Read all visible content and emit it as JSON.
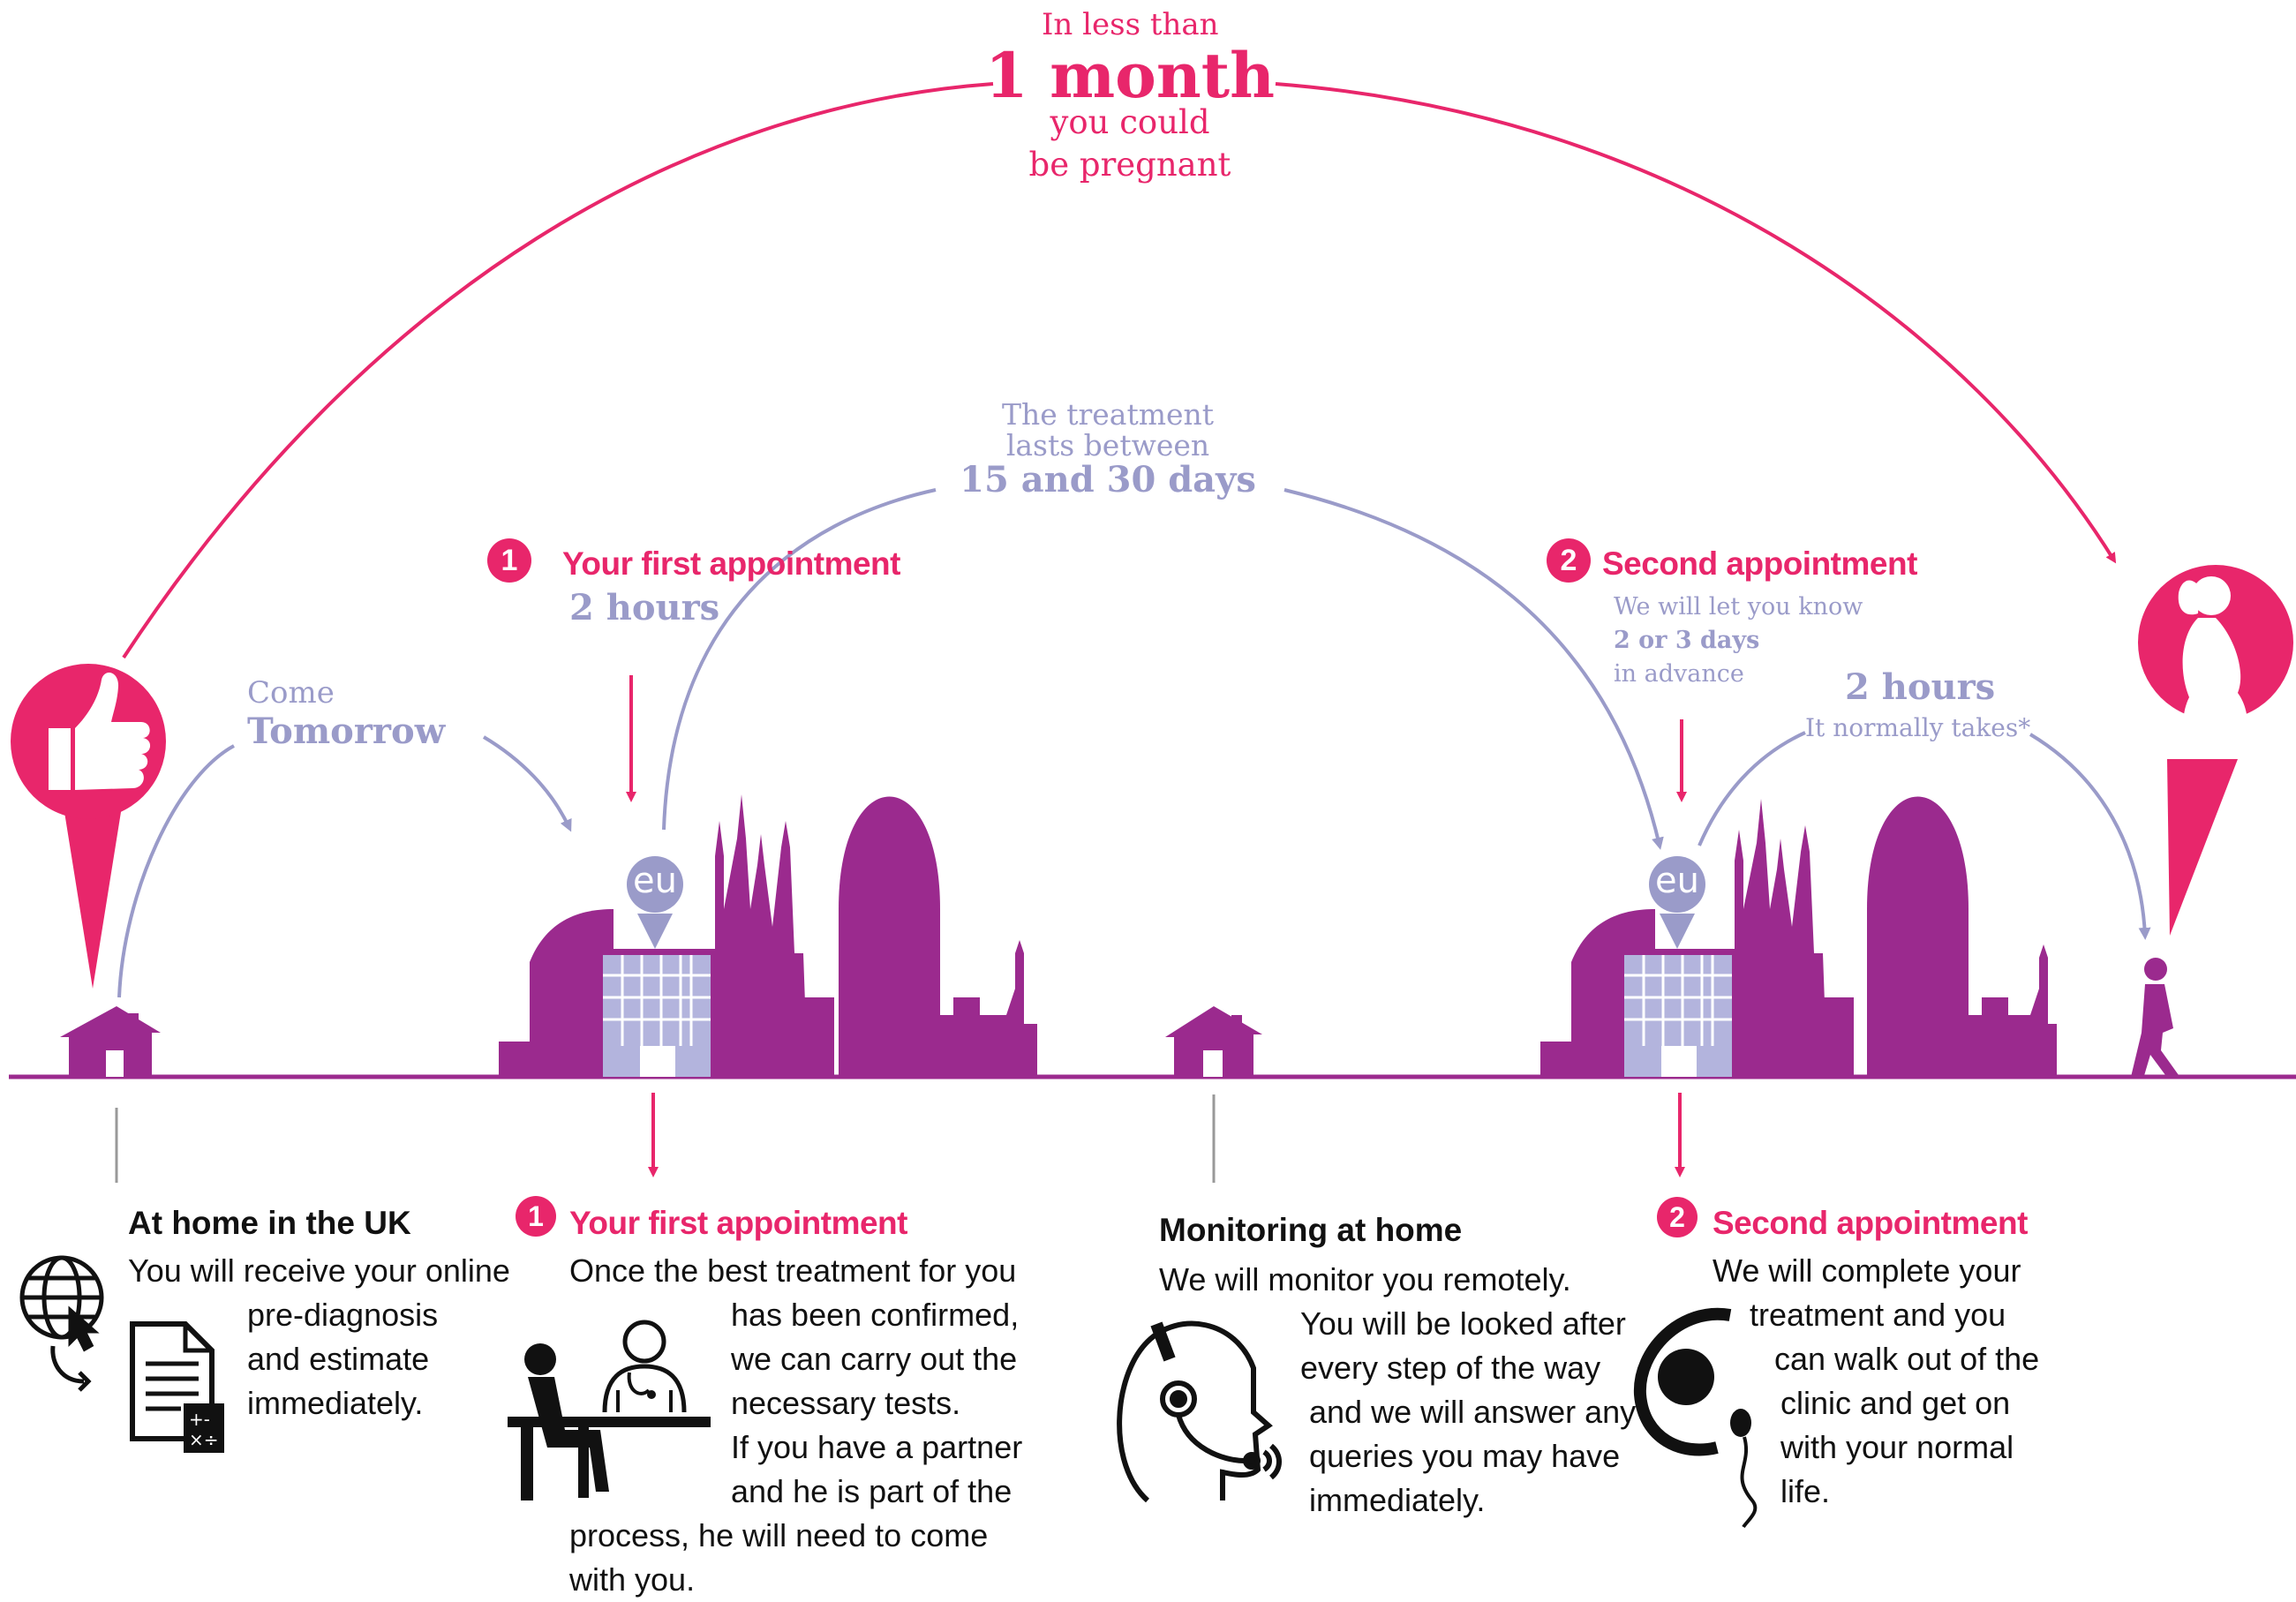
{
  "top": {
    "line1": "In less than",
    "line2": "1 month",
    "line3": "you could",
    "line4": "be pregnant"
  },
  "treatment": {
    "line1": "The treatment",
    "line2": "lasts between",
    "line3": "15 and 30 days"
  },
  "come": {
    "line1": "Come",
    "line2": "Tomorrow"
  },
  "first_appointment_top": {
    "number": "1",
    "title": "Your first appointment",
    "duration": "2 hours"
  },
  "second_appointment_top": {
    "number": "2",
    "title": "Second appointment",
    "note1": "We will let you know",
    "note2": "2 or 3 days",
    "note3": "in advance",
    "duration": "2 hours",
    "duration_note": "It normally takes*"
  },
  "clinic_logo": "eu",
  "steps": {
    "home": {
      "title": "At home in the UK",
      "lines": [
        "You will receive your online",
        "pre-diagnosis",
        "and estimate",
        "immediately."
      ]
    },
    "first": {
      "number": "1",
      "title": "Your first appointment",
      "lines": [
        "Once the best treatment for you",
        "has been confirmed,",
        "we can carry out the",
        "necessary tests.",
        "If you have a partner",
        "and he is part of the",
        "process, he will need to come",
        "with you."
      ]
    },
    "monitoring": {
      "title": "Monitoring at home",
      "lines": [
        "We will monitor you remotely.",
        "You will be looked after",
        "every step of the way",
        "and we will answer any",
        "queries you may have",
        "immediately."
      ]
    },
    "second": {
      "number": "2",
      "title": "Second appointment",
      "lines": [
        "We will complete your",
        "treatment and you",
        "can walk out of the",
        "clinic and get on",
        "with your normal",
        "life."
      ]
    }
  },
  "colors": {
    "pink": "#e8266b",
    "lavender": "#9a9bc9",
    "purple": "#9b2a8e",
    "building": "#b3b4dd"
  },
  "icons": [
    "thumbs-up-icon",
    "pregnant-woman-icon",
    "house-icon",
    "walking-person-icon",
    "globe-cursor-icon",
    "document-calculator-icon",
    "doctor-patient-icon",
    "headset-operator-icon",
    "egg-sperm-icon"
  ]
}
